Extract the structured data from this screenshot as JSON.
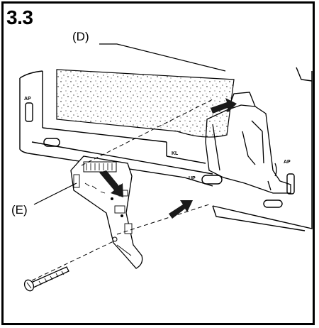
{
  "figure": {
    "step_number": "3.3",
    "callouts": {
      "d": "(D)",
      "e": "(E)"
    },
    "panel_labels": {
      "ap_left": "AP",
      "ap_right": "AP",
      "kl": "KL",
      "up": "UP"
    },
    "colors": {
      "ink": "#000000",
      "paper": "#ffffff",
      "arrow": "#1a1a1a"
    }
  }
}
